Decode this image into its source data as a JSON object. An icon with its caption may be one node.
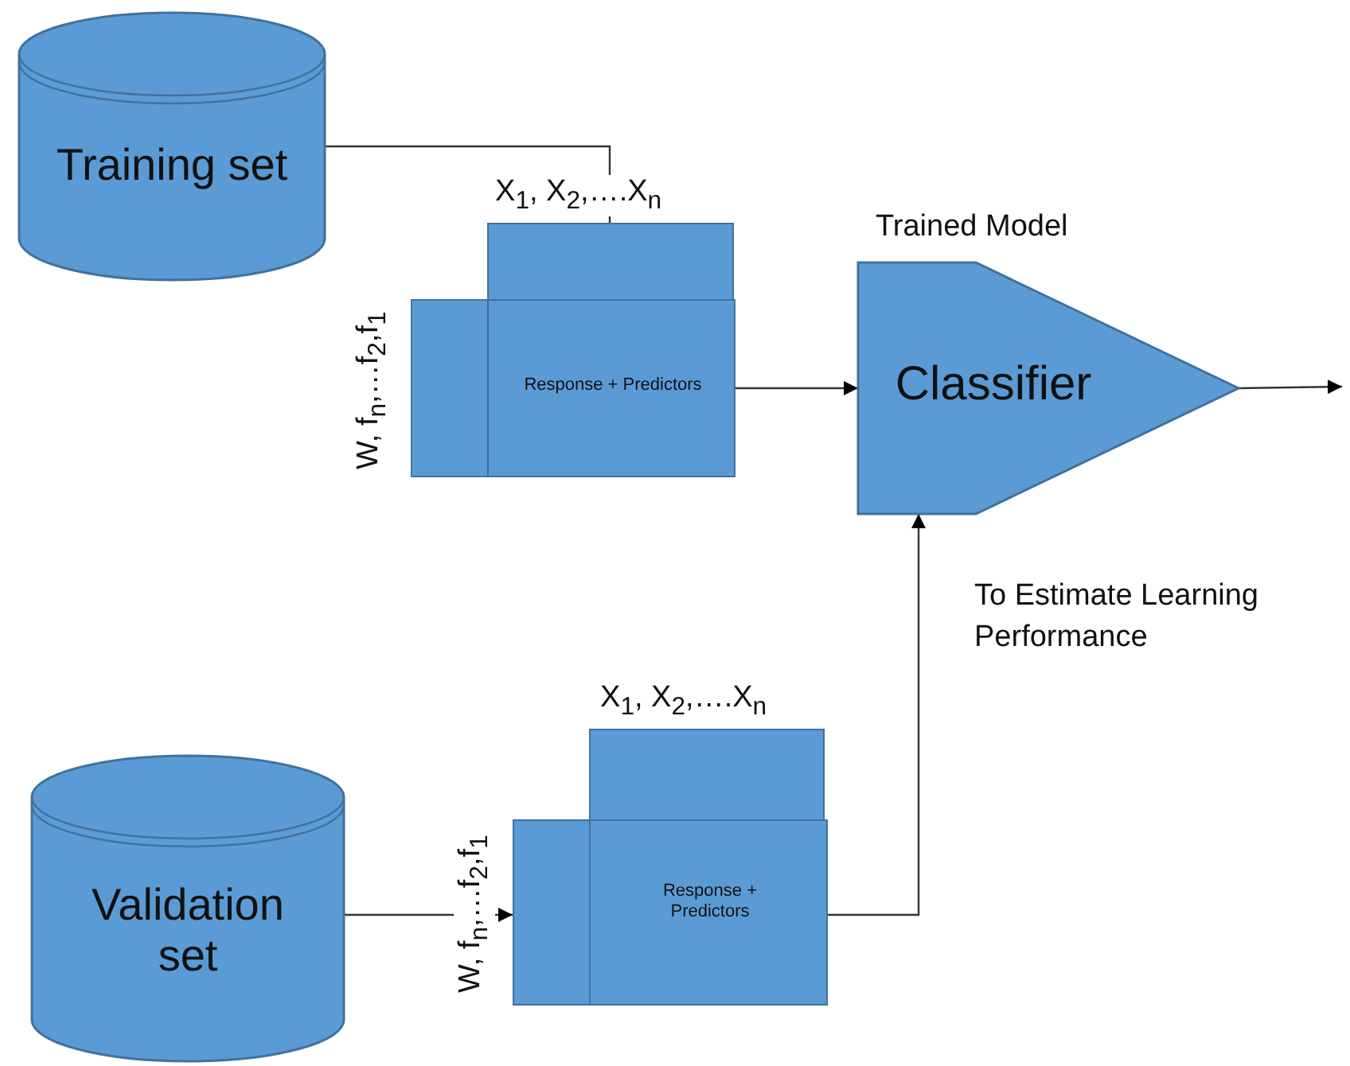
{
  "diagram": {
    "nodes": [
      {
        "text": [
          "Training set"
        ]
      },
      {
        "text": [],
        "shape": "box",
        "beside": [
          "X$_{1}$, X$_{2}$,….X$_{n}$"
        ]
      },
      {
        "text": [],
        "shape": "box",
        "beside": [
          "W, f$_{n}$,…f$_{2}$,f$_{1}$"
        ]
      },
      {
        "text": [
          "Response + Predictors"
        ]
      },
      {
        "text": [
          "Classifier"
        ],
        "beside": [
          "Trained Model"
        ]
      },
      {
        "text": [
          "Validation set"
        ]
      },
      {
        "text": [],
        "shape": "box",
        "beside": [
          "X$_{1}$, X$_{2}$,….X$_{n}$"
        ]
      },
      {
        "text": [],
        "shape": "box",
        "beside": [
          "W, f$_{n}$,…f$_{2}$,f$_{1}$"
        ]
      },
      {
        "text": [
          "Response + Predictors"
        ]
      }
    ],
    "edges": [
      {
        "from": 0,
        "to": 1,
        "arrow": "none"
      },
      {
        "from": 3,
        "to": 4,
        "arrow": "to"
      },
      {
        "from": 4,
        "to": null,
        "arrow": "to"
      },
      {
        "from": 5,
        "to": 7,
        "arrow": "to"
      },
      {
        "from": 8,
        "to": 4,
        "arrow": "to"
      }
    ],
    "labels": [
      "To Estimate Learning Performance"
    ]
  }
}
